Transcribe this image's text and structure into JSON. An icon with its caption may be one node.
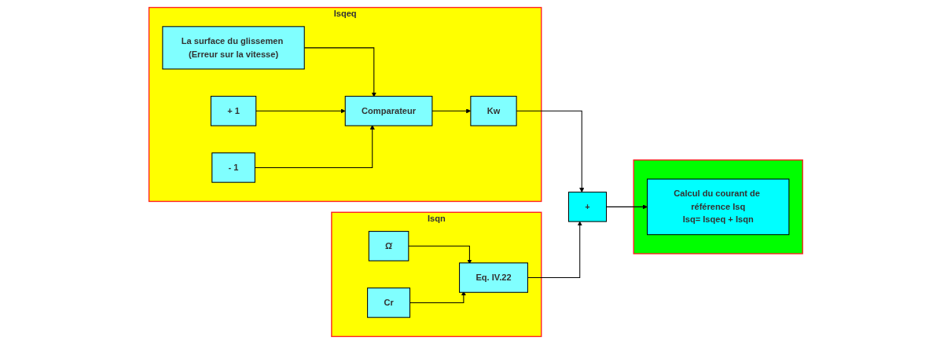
{
  "diagram": {
    "nodes": [
      {
        "text": [
          "Isqeq"
        ]
      },
      {
        "text": [
          "La surface du glissemen (Erreur sur la vitesse)"
        ],
        "in": 0
      },
      {
        "text": [
          "+ 1"
        ],
        "in": 0
      },
      {
        "text": [
          "- 1"
        ],
        "in": 0
      },
      {
        "text": [
          "Comparateur"
        ],
        "in": 0
      },
      {
        "text": [
          "Kw"
        ],
        "in": 0
      },
      {
        "text": [
          "Isqn"
        ]
      },
      {
        "text": [
          "Ω̂"
        ],
        "in": 6
      },
      {
        "text": [
          "Cr"
        ],
        "in": 6
      },
      {
        "text": [
          "Eq. IV.22"
        ],
        "in": 6
      },
      {
        "text": [
          "+"
        ]
      },
      {
        "text": [],
        "shape": "box"
      },
      {
        "text": [
          "Calcul du courant de référence Isq",
          "Isq= Isqeq + Isqn"
        ],
        "in": 11
      }
    ],
    "edges": [
      {
        "from": 1,
        "to": 4,
        "arrow": "to"
      },
      {
        "from": 2,
        "to": 4,
        "arrow": "to"
      },
      {
        "from": 3,
        "to": 4,
        "arrow": "to"
      },
      {
        "from": 4,
        "to": 5,
        "arrow": "to"
      },
      {
        "from": 5,
        "to": 10,
        "arrow": "to"
      },
      {
        "from": 7,
        "to": 9,
        "arrow": "to"
      },
      {
        "from": 8,
        "to": 9,
        "arrow": "to"
      },
      {
        "from": 9,
        "to": 10,
        "arrow": "to"
      },
      {
        "from": 10,
        "to": 12,
        "arrow": "to"
      }
    ]
  }
}
